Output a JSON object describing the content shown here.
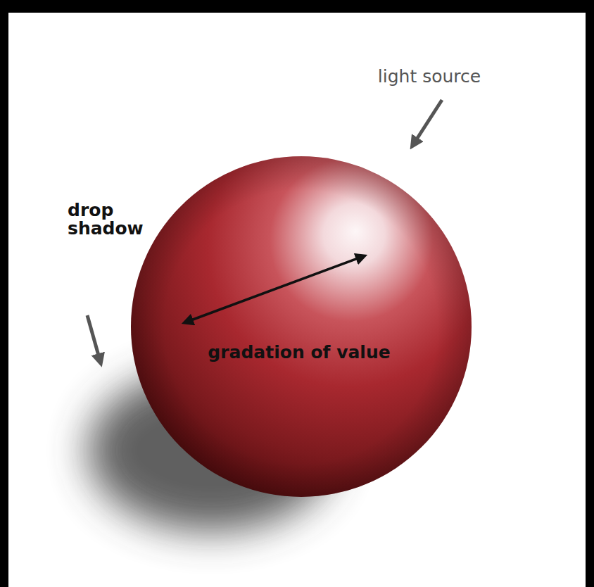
{
  "diagram": {
    "labels": [
      "light source",
      "drop shadow",
      "gradation of value"
    ]
  }
}
